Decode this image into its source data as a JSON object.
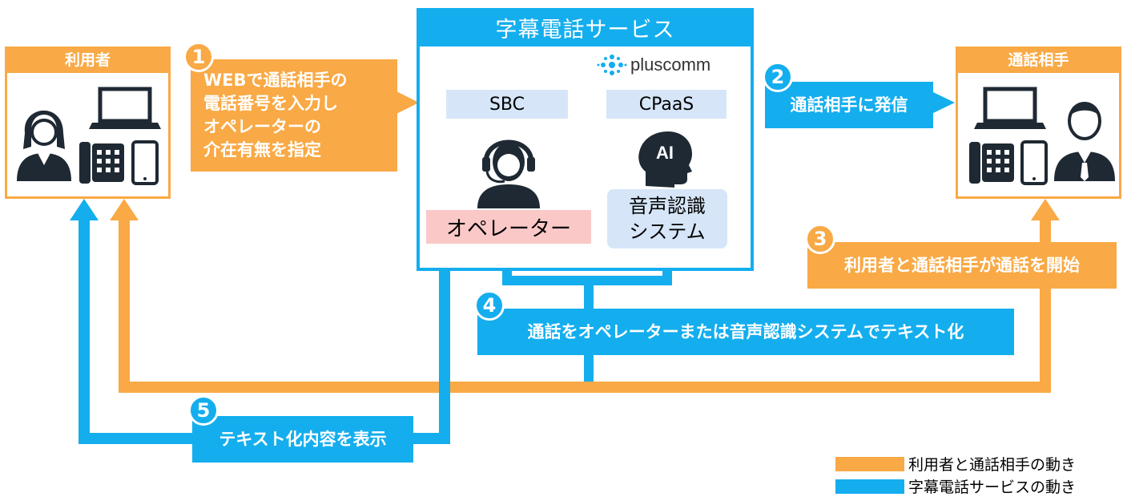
{
  "colors": {
    "orange": "#f9a945",
    "blue": "#14aeee",
    "chip": "#d6e6f8",
    "operator_chip": "#fbc8c8",
    "icon": "#1f2933"
  },
  "user_box": {
    "title": "利用者",
    "icons": [
      "woman-user-icon",
      "laptop-icon",
      "office-phone-icon",
      "smartphone-icon"
    ]
  },
  "partner_box": {
    "title": "通話相手",
    "icons": [
      "laptop-icon",
      "office-phone-icon",
      "smartphone-icon",
      "man-user-icon"
    ]
  },
  "service": {
    "title": "字幕電話サービス",
    "logo_text": "pluscomm",
    "sbc": "SBC",
    "cpaas": "CPaaS",
    "operator": "オペレーター",
    "speech_recognition_line1": "音声認識",
    "speech_recognition_line2": "システム",
    "ai_label": "AI"
  },
  "steps": [
    {
      "number": "1",
      "lines": [
        "WEBで通話相手の",
        "電話番号を入力し",
        "オペレーターの",
        "介在有無を指定"
      ]
    },
    {
      "number": "2",
      "text": "通話相手に発信"
    },
    {
      "number": "3",
      "text": "利用者と通話相手が通話を開始"
    },
    {
      "number": "4",
      "text": "通話をオペレーターまたは音声認識システムでテキスト化"
    },
    {
      "number": "5",
      "text": "テキスト化内容を表示"
    }
  ],
  "legend": [
    {
      "label": "利用者と通話相手の動き",
      "color": "#f9a945"
    },
    {
      "label": "字幕電話サービスの動き",
      "color": "#14aeee"
    }
  ]
}
